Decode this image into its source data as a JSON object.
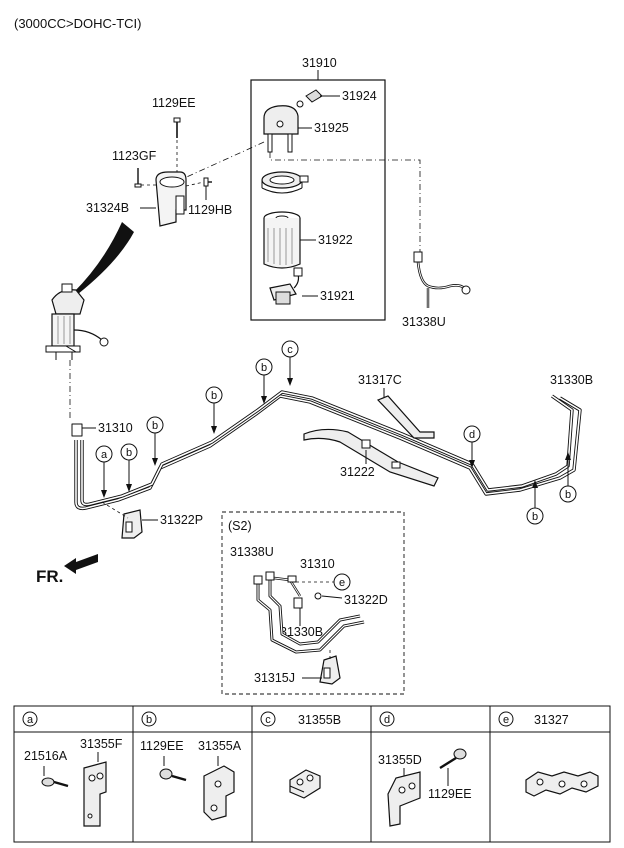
{
  "header": {
    "engine": "(3000CC>DOHC-TCI)"
  },
  "labels": {
    "p31910": "31910",
    "p31924": "31924",
    "p31925": "31925",
    "p31922": "31922",
    "p31921": "31921",
    "p1129EE": "1129EE",
    "p1123GF": "1123GF",
    "p31324B": "31324B",
    "p1129HB": "1129HB",
    "p31338U": "31338U",
    "p31310": "31310",
    "p31317C": "31317C",
    "p31330B": "31330B",
    "p31222": "31222",
    "p31322P": "31322P",
    "s2_title": "(S2)",
    "s2_31338U": "31338U",
    "s2_31310": "31310",
    "s2_31322D": "31322D",
    "s2_31330B": "31330B",
    "s2_31315J": "31315J",
    "fr": "FR."
  },
  "callouts": {
    "a": "a",
    "b": "b",
    "c": "c",
    "d": "d",
    "e": "e"
  },
  "legend": {
    "cells": [
      {
        "key": "a",
        "title": "",
        "parts": [
          "21516A",
          "31355F"
        ]
      },
      {
        "key": "b",
        "title": "",
        "parts": [
          "1129EE",
          "31355A"
        ]
      },
      {
        "key": "c",
        "title": "31355B",
        "parts": []
      },
      {
        "key": "d",
        "title": "",
        "parts": [
          "31355D",
          "1129EE"
        ]
      },
      {
        "key": "e",
        "title": "31327",
        "parts": []
      }
    ]
  }
}
